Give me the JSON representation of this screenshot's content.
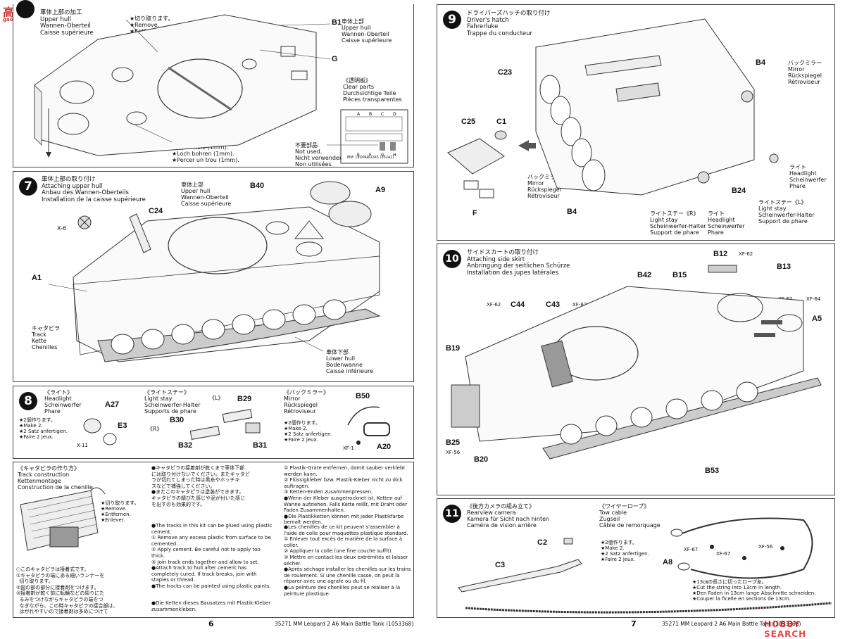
{
  "watermark_left": {
    "cn": "高手网",
    "url": "gaoshou.com.cn"
  },
  "watermark_right": "HOBBY SEARCH",
  "step6": {
    "title": "車体上部の加工\nUpper hull\nWannen-Oberteil\nCaisse supérieure",
    "remove": "★切り取ります。\n★Remove.\n★Entfernen.\n★Enlever.",
    "hole": "★1㎜の穴をあけます。\n★Open hole (1mm).\n★Loch bohren (1mm).\n★Percer un trou (1mm).",
    "b1": "B1",
    "b1_desc": "車体上部\nUpper hull\nWannen-Oberteil\nCaisse supérieure",
    "g": "G",
    "clear_title": "《透明板》\nClear parts\nDurchsichtige Teile\nPièces transparentes",
    "unused": "不要部品\nNot used.\nNicht verwenden.\nNon utilisées.",
    "sprue_letters": [
      "A",
      "B",
      "C",
      "D",
      "E",
      "F",
      "G",
      "H"
    ],
    "sprue_caption": "MM  LEOPARD2A5 (35242)"
  },
  "step7": {
    "number": "7",
    "title": "車体上部の取り付け\nAttaching upper hull\nAnbau des Wannen-Oberteils\nInstallation de la caisse supérieure",
    "upper": "車体上部\nUpper hull\nWannen-Oberteil\nCaisse supérieure",
    "c24": "C24",
    "b40": "B40",
    "a9": "A9",
    "x6": "X-6",
    "a1": "A1",
    "track": "キャタピラ\nTrack\nKette\nChenilles",
    "lower": "車体下部\nLower hull\nBodenwanne\nCaisse inférieure"
  },
  "step8": {
    "number": "8",
    "headlight": "《ライト》\nHeadlight\nScheinwerfer\nPhare",
    "a27": "A27",
    "e3": "E3",
    "x11": "X-11",
    "make2": "★2個作ります。\n★Make 2.\n★2 Satz anfertigen.\n★Faire 2 jeux.",
    "stay": "《ライトステー》\nLight stay\nScheinwerfer-Halter\nSupports de phare",
    "l": "《L》",
    "r": "《R》",
    "b29": "B29",
    "b30": "B30",
    "b31": "B31",
    "b32": "B32",
    "mirror": "《バックミラー》\nMirror\nRückspiegel\nRétroviseur",
    "make2b": "★2個作ります。\n★Make 2.\n★2 Satz anfertigen.\n★Faire 2 jeux.",
    "b50": "B50",
    "a20": "A20",
    "xf1": "XF-1"
  },
  "track_section": {
    "title": "《キャタピラの作り方》\nTrack construction\nKettenmontage\nConstruction de la chenille",
    "remove": "★切り取ります。\n★Remove.\n★Entfernen.\n★Enlever.",
    "jp_notes": "○このキャタピラは接着式です。\n①キャタピラの端にある細いランナーを\n  切り取ります。\n②図の部の部分に接着剤をつけます。\n③接着剤が乾く前に転輪などの周りにた\n  るみをつけながらキャタピラの端をつ\n  なぎながら、この時キャタピラの接合部は、\n  はがれやすいので接着剤は多めにつけて",
    "jp2": "●キャタピラの接着剤が乾くまで車体下部\nには取り付けないでください。またキャタピ\nラが切れてしまった時は黒糸やホッチキ\nスなどで補強してください。\n●またこのキャタピラは塗装ができます。\nキャタピラの錆びた感じや泥が付いた感じ\nを出すのも効果的です。",
    "en": "●The tracks in this kit can be glued using plastic cement.\n① Remove any excess plastic from surface to be cemented.\n② Apply cement. Be careful not to apply too thick.\n③ Join track ends together and allow to set.\n●Attach track to hull after cement has completely cured. If track breaks, join with staples or thread.\n●The tracks can be painted using plastic paints.",
    "de_head": "●Die Ketten dieses Bausatzes mit Plastik-Kleber zusammenkleben.",
    "de": "① Plastik-Grate entfernen, damit sauber verklebt werden kann.\n② Flüssigkleber bzw. Plastik-Kleber nicht zu dick auftragen.\n③ Ketten-Enden zusammenpressen.\n●Wenn der Kleber ausgetrocknet ist, Ketten auf Wanne aufziehen. Falls Kette reißt, mit Draht oder Faden Zusammenhalten.\n●Die Plastikketten können mit jeder Plastikfarbe bemalt werden.",
    "fr": "●Les chenilles de ce kit peuvent s'assembler à l'aide de colle pour maquettes plastique standard.\n① Enlever tout excès de matière de la surface à coller.\n② Appliquer la colle (une fine couche suffit).\n③ Mettre en contact les deux extrémités et laisser sécher.\n●Après séchage installer les chenilles sur les trains de roulement. Si une chenille casse, on peut la réparer avec une agrafe ou du fil.\n●La peinture des chenilles peut se réaliser à la peinture plastique."
  },
  "step9": {
    "number": "9",
    "title": "ドライバーズハッチの取り付け\nDriver's hatch\nFahrerluke\nTrappe du conducteur",
    "c23": "C23",
    "c25": "C25",
    "c1": "C1",
    "f": "F",
    "b4": "B4",
    "b4b": "B4",
    "b24": "B24",
    "mirror": "バックミラー\nMirror\nRückspiegel\nRétroviseur",
    "mirror2": "バックミラー\nMirror\nRückspiegel\nRétroviseur",
    "light": "ライト\nHeadlight\nScheinwerfer\nPhare",
    "light2": "ライト\nHeadlight\nScheinwerfer\nPhare",
    "stay_r": "ライトステー《R》\nLight stay\nScheinwerfer-Halter\nSupport de phare",
    "stay_l": "ライトステー《L》\nLight stay\nScheinwerfer-Halter\nSupport de phare"
  },
  "step10": {
    "number": "10",
    "title": "サイドスカートの取り付け\nAttaching side skirt\nAnbringung der seitlichen Schürze\nInstallation des jupes latérales",
    "b12": "B12",
    "xf62a": "XF-62",
    "b13": "B13",
    "b42": "B42",
    "b15": "B15",
    "c44": "C44",
    "c43": "C43",
    "xf62b": "XF-62",
    "xf62c": "XF-62",
    "xf62d": "XF-62",
    "xf64": "XF-64",
    "a5": "A5",
    "b19": "B19",
    "b25": "B25",
    "xf56": "XF-56",
    "b20": "B20",
    "b53": "B53"
  },
  "step11": {
    "number": "11",
    "camera": "《後方カメラの組み立て》\nRearview camera\nKamera für Sicht nach hinten\nCaméra de vision arrière",
    "c2": "C2",
    "c3": "C3",
    "cable": "《ワイヤーロープ》\nTow cable\nZugseil\nCâble de remorquage",
    "make2": "★2個作ります。\n★Make 2.\n★2 Satz anfertigen.\n★Faire 2 jeux.",
    "xf67a": "XF-67",
    "xf67b": "XF-67",
    "xf56": "XF-56",
    "a8": "A8",
    "cut": "★13㎝の長さに切ったロープ糸。\n★Cut the string into 13cm in length.\n★Den Faden in 13cm lange Abschnitte schneiden.\n★Couper la ficelle en sections de 13cm."
  },
  "footer": {
    "page_left": "6",
    "page_right": "7",
    "item_left": "35271  MM Leopard 2 A6 Main Battle Tank (1053368)",
    "item_right": "35271  MM Leopard 2 A6 Main Battle Tank (1053368)"
  }
}
